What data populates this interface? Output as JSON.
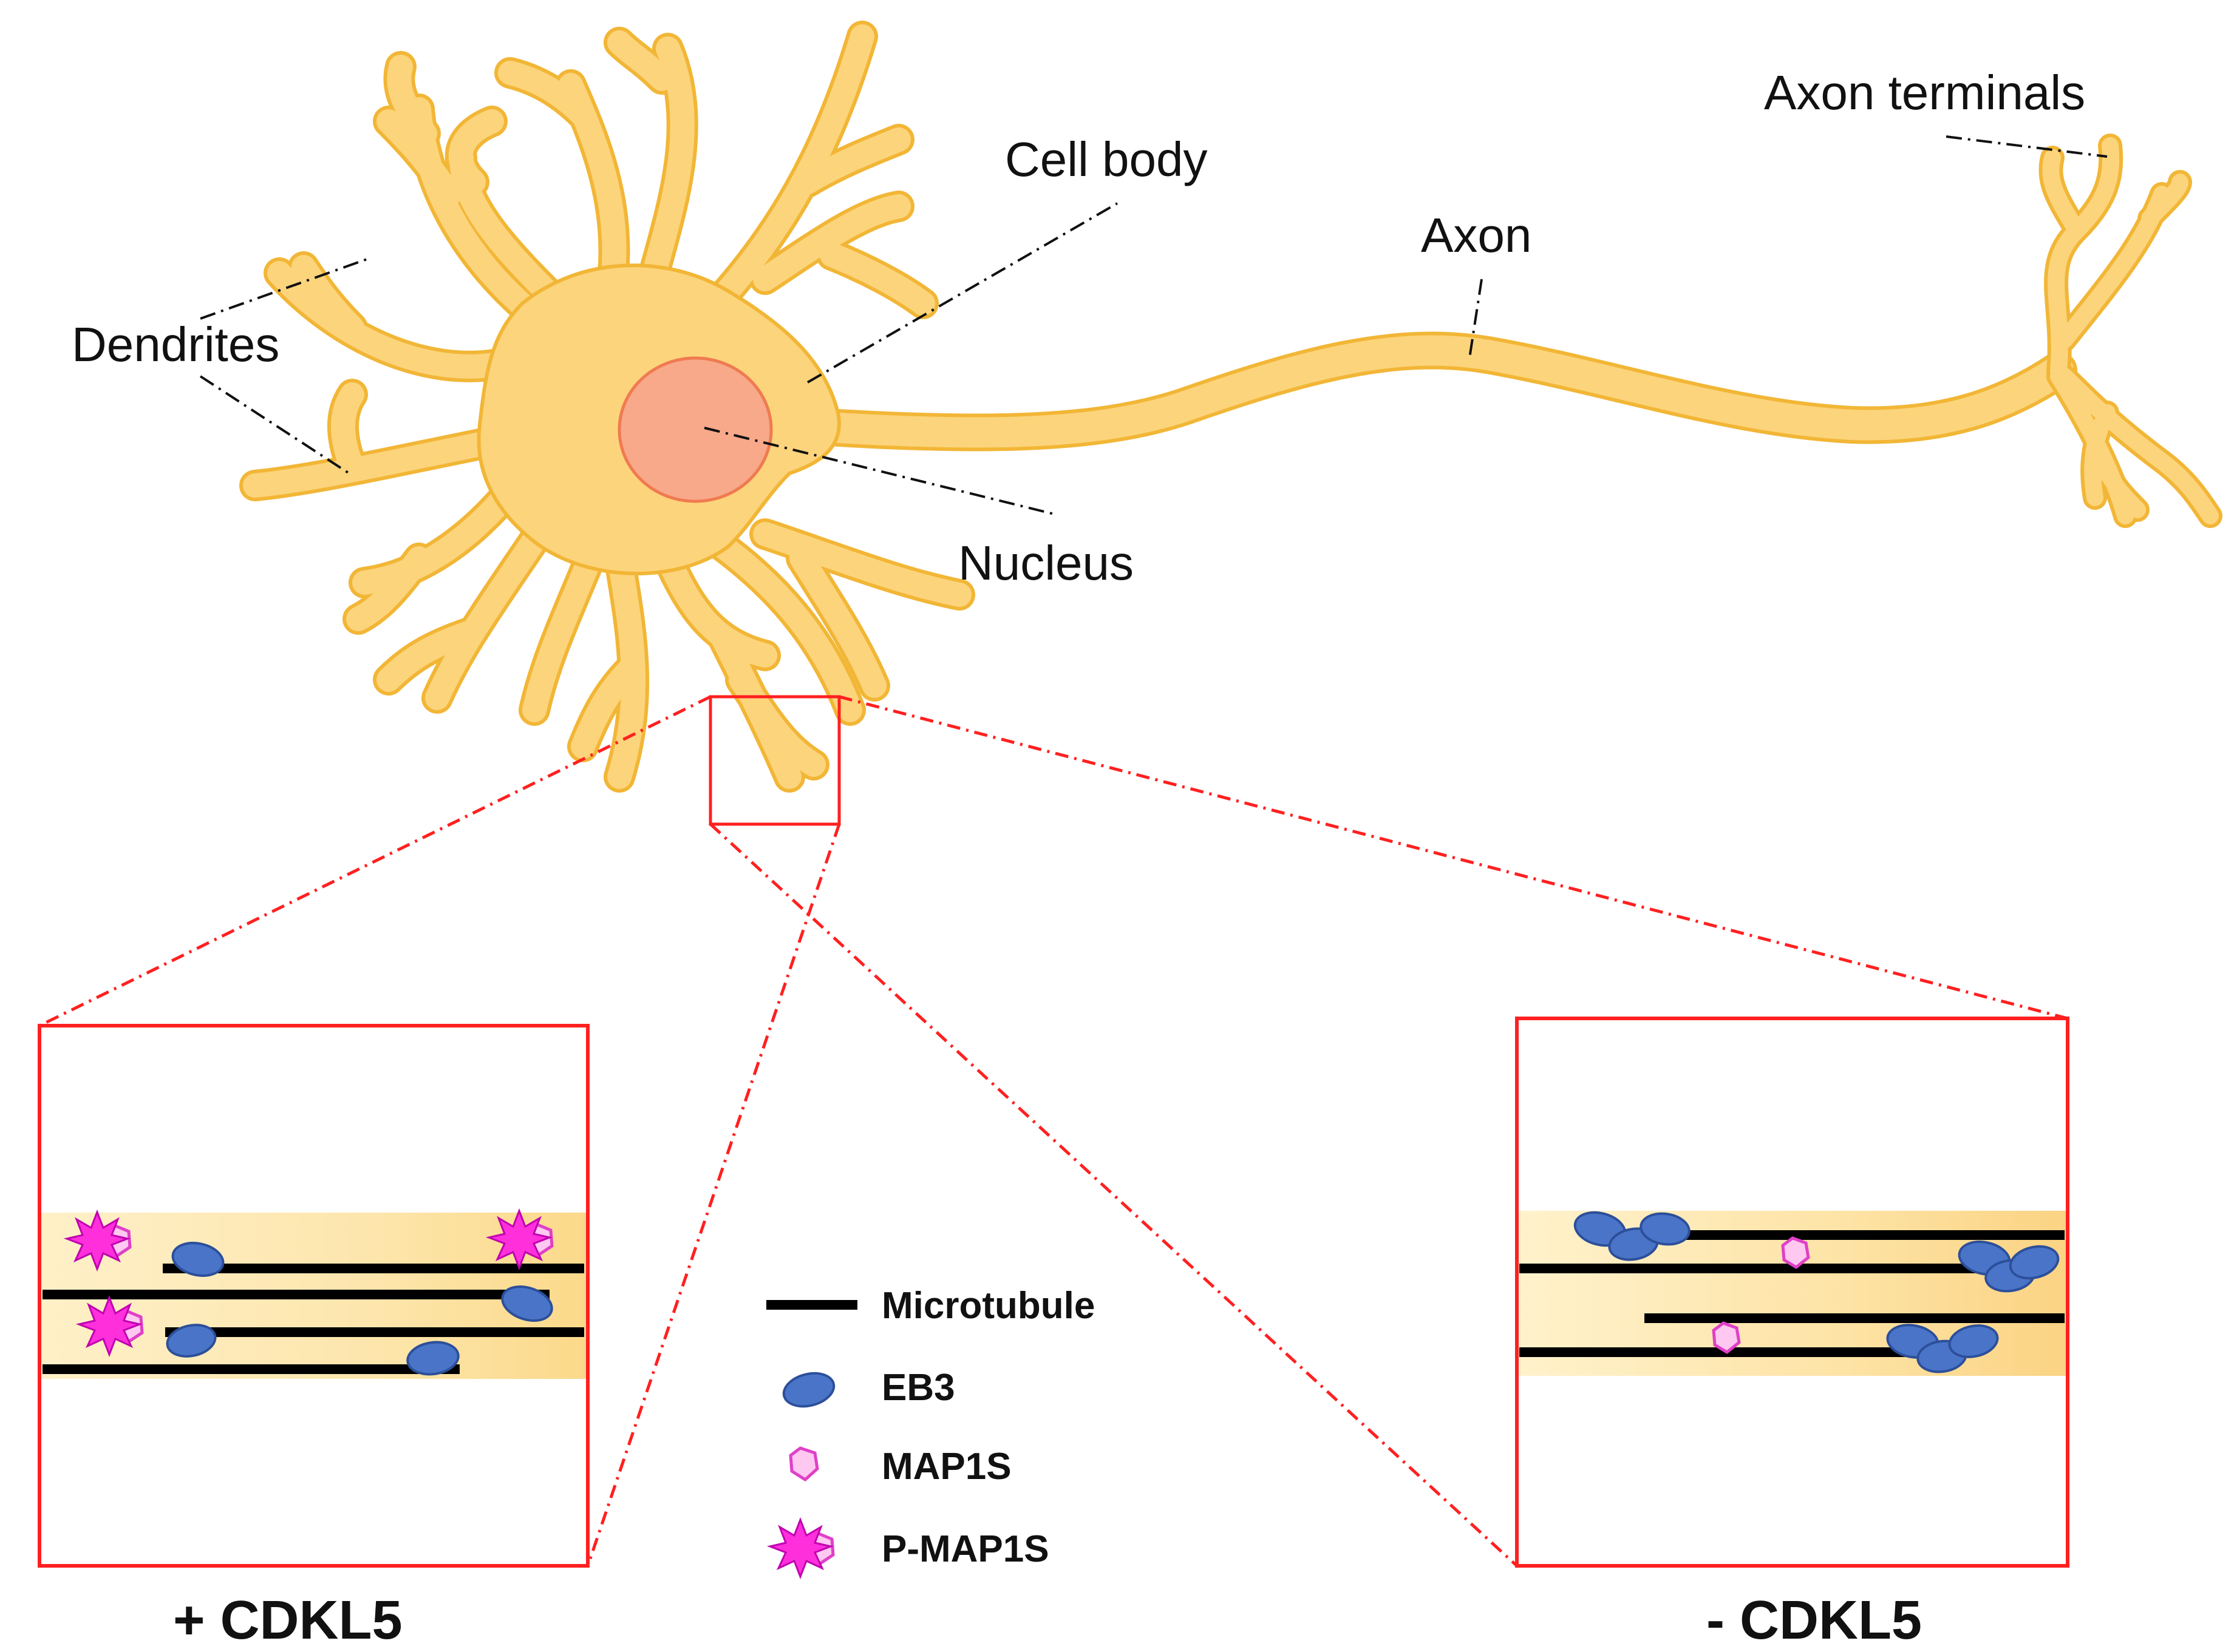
{
  "labels": {
    "dendrites": "Dendrites",
    "cell_body": "Cell body",
    "nucleus": "Nucleus",
    "axon": "Axon",
    "axon_terminals": "Axon terminals"
  },
  "legend": {
    "microtubule": "Microtubule",
    "eb3": "EB3",
    "map1s": "MAP1S",
    "p_map1s": "P-MAP1S"
  },
  "panels": {
    "left_title": "+ CDKL5",
    "right_title": "- CDKL5"
  },
  "colors": {
    "neuron_fill": "#fcd47c",
    "neuron_stroke": "#f2b636",
    "nucleus_fill": "#f7a98a",
    "nucleus_stroke": "#f07a50",
    "zoom_lines": "#ff2020",
    "eb3": "#4a74c8",
    "map1s": "#ffc8f0",
    "p_map1s": "#ff30dc",
    "microtubule": "#000000"
  }
}
